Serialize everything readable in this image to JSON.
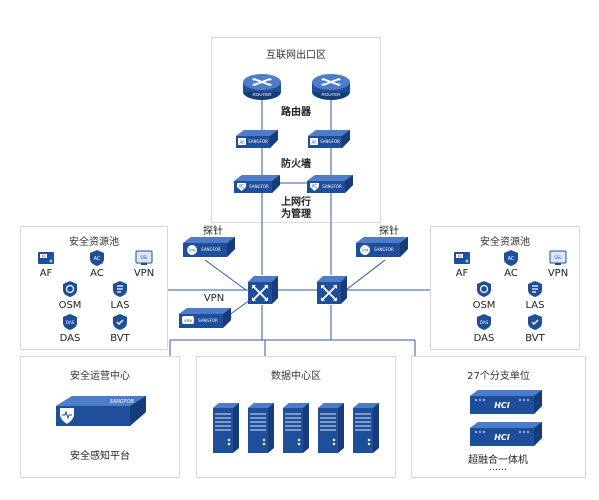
{
  "colors": {
    "primary": "#1f4e9b",
    "dark": "#173c7a",
    "light": "#4f7cc9",
    "line": "#2d5aa8",
    "border": "#d9d9d9"
  },
  "internet_zone": {
    "title": "互联网出口区",
    "router_label": "路由器",
    "firewall_label": "防火墙",
    "ac_label_line1": "上网行",
    "ac_label_line2": "为管理",
    "router_text": "ROUTER",
    "brand": "SANGFOR"
  },
  "core": {
    "probe_left": "探针",
    "probe_right": "探针",
    "vpn_label": "VPN",
    "sta_text": "STA",
    "vpn_device_text": "VPN"
  },
  "security_pool_left": {
    "title": "安全资源池",
    "items": [
      {
        "icon": "AF",
        "label": "AF"
      },
      {
        "icon": "AC",
        "label": "AC"
      },
      {
        "icon": "SSL",
        "label": "VPN"
      },
      {
        "icon": "OSM",
        "label": "OSM"
      },
      {
        "icon": "LAS",
        "label": "LAS"
      },
      {
        "icon": "DAS",
        "label": "DAS"
      },
      {
        "icon": "BVT",
        "label": "BVT"
      }
    ]
  },
  "security_pool_right": {
    "title": "安全资源池",
    "items": [
      {
        "icon": "AF",
        "label": "AF"
      },
      {
        "icon": "AC",
        "label": "AC"
      },
      {
        "icon": "SSL",
        "label": "VPN"
      },
      {
        "icon": "OSM",
        "label": "OSM"
      },
      {
        "icon": "LAS",
        "label": "LAS"
      },
      {
        "icon": "DAS",
        "label": "DAS"
      },
      {
        "icon": "BVT",
        "label": "BVT"
      }
    ]
  },
  "soc": {
    "title": "安全运营中心",
    "device_label": "安全感知平台",
    "brand": "SANGFOR"
  },
  "datacenter": {
    "title": "数据中心区"
  },
  "branch": {
    "title": "27个分支单位",
    "device_label": "超融合一体机",
    "ellipsis": "……",
    "hci_text": "HCI"
  }
}
